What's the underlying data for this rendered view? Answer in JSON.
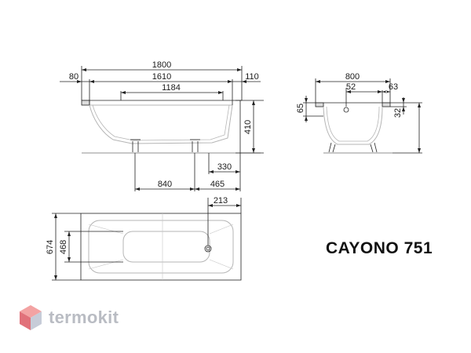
{
  "model_name": "CAYONO 751",
  "brand": {
    "name": "termokit",
    "colors": {
      "top": "#f3a3a3",
      "left": "#e1717a",
      "right": "#c7ccd8"
    }
  },
  "side_view": {
    "total_length": "1800",
    "left_offset": "80",
    "inner_length": "1610",
    "right_offset": "110",
    "bottom_length": "1184",
    "height": "410",
    "leg_offset_right": "330",
    "leg_spacing": "840",
    "leg_right_span": "465"
  },
  "end_view": {
    "width": "800",
    "drain_offset": "52",
    "rim_right": "63",
    "rim_height_left": "65",
    "rim_height_right": "32"
  },
  "top_view": {
    "width": "674",
    "inner_width": "468",
    "drain_offset": "213"
  },
  "line_color": "#222222",
  "body_line_color": "#b5b5b5"
}
